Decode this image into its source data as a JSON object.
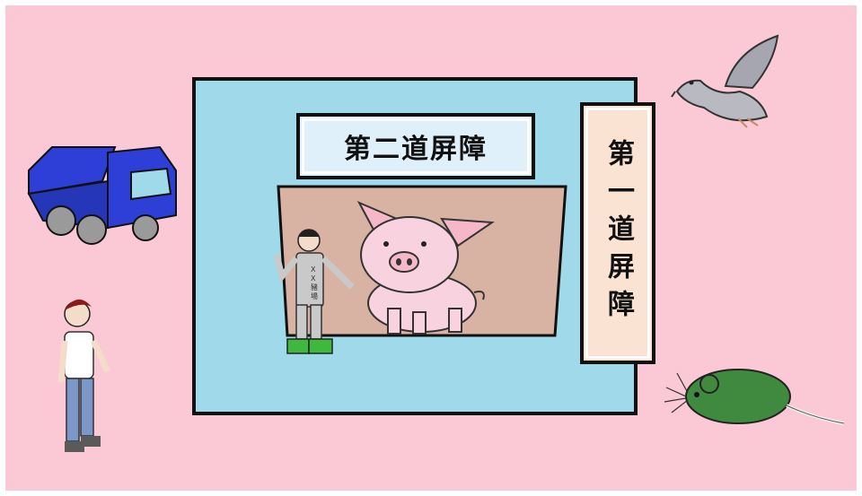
{
  "signs": {
    "inner_barrier": "第二道屏障",
    "outer_barrier": "第一道屏障"
  },
  "worker_badge": "X X 豬場",
  "icons": [
    "truck-icon",
    "pigeon-icon",
    "rat-icon",
    "pig-icon",
    "farm-worker-icon",
    "visitor-icon"
  ],
  "colors": {
    "background": "#fbc8d6",
    "farm_zone": "#9fd9ea",
    "barn": "#d8b2a2",
    "outer_sign": "#fbe3d4",
    "inner_sign": "#dff0fb",
    "pig": "#f8d3df",
    "truck": "#2d3fd6"
  }
}
